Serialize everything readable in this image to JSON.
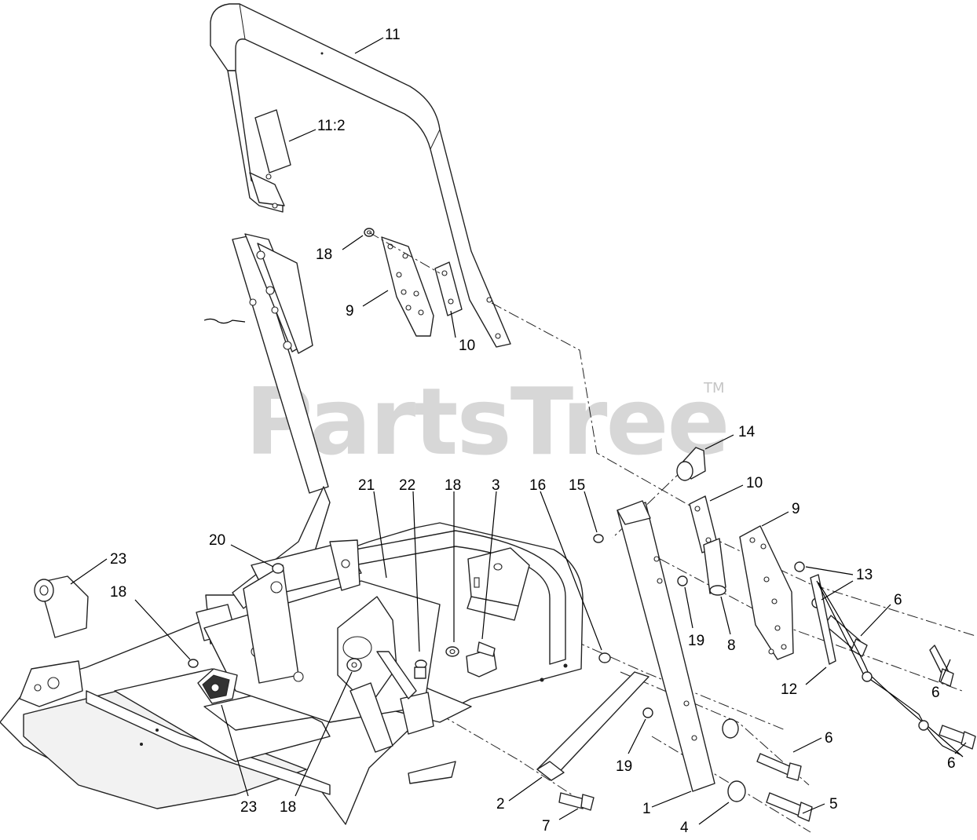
{
  "watermark": {
    "text": "PartsTree",
    "tm": "TM"
  },
  "callouts": [
    {
      "id": "c-11",
      "label": "11"
    },
    {
      "id": "c-11-2",
      "label": "11:2"
    },
    {
      "id": "c-18-top",
      "label": "18"
    },
    {
      "id": "c-9-top",
      "label": "9"
    },
    {
      "id": "c-10-top",
      "label": "10"
    },
    {
      "id": "c-14",
      "label": "14"
    },
    {
      "id": "c-10-right",
      "label": "10"
    },
    {
      "id": "c-9-right",
      "label": "9"
    },
    {
      "id": "c-21",
      "label": "21"
    },
    {
      "id": "c-22",
      "label": "22"
    },
    {
      "id": "c-18-mid",
      "label": "18"
    },
    {
      "id": "c-3",
      "label": "3"
    },
    {
      "id": "c-16",
      "label": "16"
    },
    {
      "id": "c-15",
      "label": "15"
    },
    {
      "id": "c-13",
      "label": "13"
    },
    {
      "id": "c-6-a",
      "label": "6"
    },
    {
      "id": "c-23-top",
      "label": "23"
    },
    {
      "id": "c-20",
      "label": "20"
    },
    {
      "id": "c-18-left",
      "label": "18"
    },
    {
      "id": "c-19-a",
      "label": "19"
    },
    {
      "id": "c-8",
      "label": "8"
    },
    {
      "id": "c-12",
      "label": "12"
    },
    {
      "id": "c-6-b",
      "label": "6"
    },
    {
      "id": "c-19-b",
      "label": "19"
    },
    {
      "id": "c-6-c",
      "label": "6"
    },
    {
      "id": "c-6-d",
      "label": "6"
    },
    {
      "id": "c-23-bottom",
      "label": "23"
    },
    {
      "id": "c-18-bottom",
      "label": "18"
    },
    {
      "id": "c-2",
      "label": "2"
    },
    {
      "id": "c-1",
      "label": "1"
    },
    {
      "id": "c-5",
      "label": "5"
    },
    {
      "id": "c-7",
      "label": "7"
    },
    {
      "id": "c-4",
      "label": "4"
    }
  ]
}
